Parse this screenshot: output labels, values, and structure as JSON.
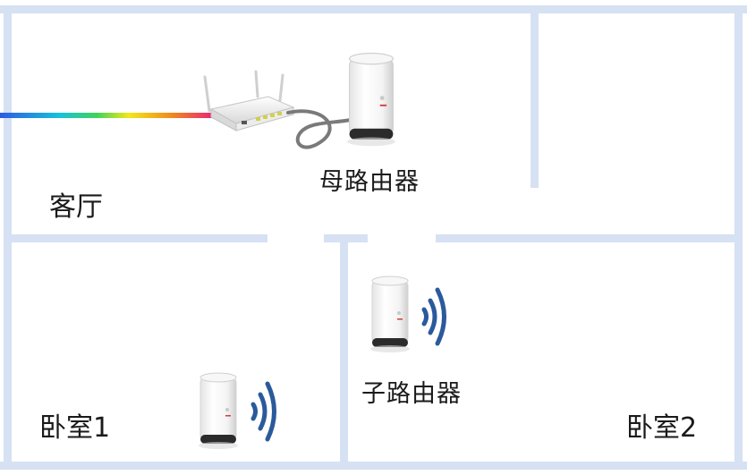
{
  "rooms": {
    "living_room": "客厅",
    "bedroom1": "卧室1",
    "bedroom2": "卧室2"
  },
  "devices": {
    "main_router": "母路由器",
    "sub_router": "子路由器"
  },
  "colors": {
    "wall": "#d6e1f3",
    "signal": "#2a5a9c",
    "cable": "#7a7a7a",
    "fiber_gradient": [
      "#2d5be3",
      "#18c3d9",
      "#3fd25a",
      "#f0e81c",
      "#f08a1c",
      "#e8207a"
    ]
  },
  "icons": [
    "fiber-cable-icon",
    "optical-modem-icon",
    "router-icon",
    "wifi-signal-icon"
  ]
}
